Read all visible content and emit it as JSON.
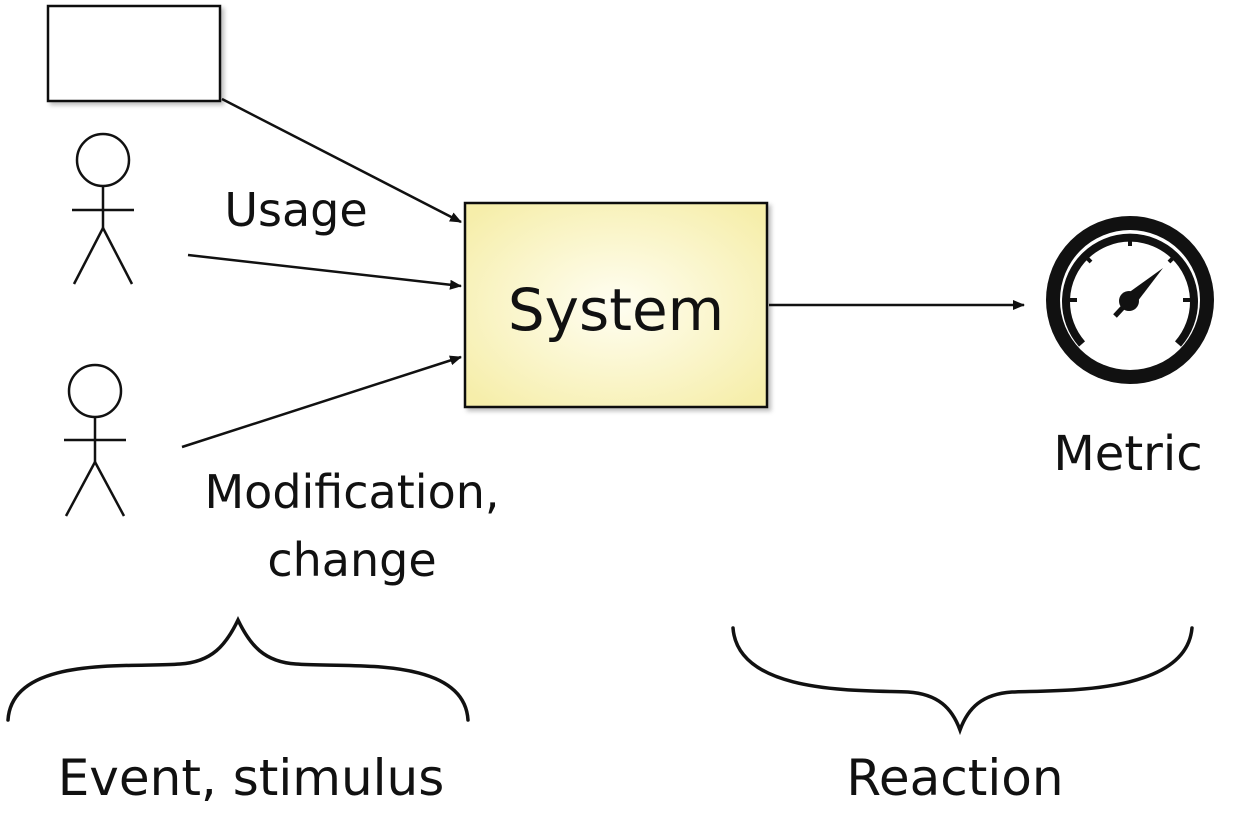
{
  "system": {
    "label": "System"
  },
  "metric": {
    "label": "Metric"
  },
  "flows": {
    "usage_label": "Usage",
    "modification_line1": "Modification,",
    "modification_line2": "change"
  },
  "groups": {
    "event_label": "Event, stimulus",
    "reaction_label": "Reaction"
  },
  "colors": {
    "stroke": "#111111",
    "system_fill_center": "#fffef0",
    "system_fill_edge": "#f7f0b0"
  },
  "icons": [
    "actor-icon",
    "gauge-icon",
    "external-system-box"
  ]
}
